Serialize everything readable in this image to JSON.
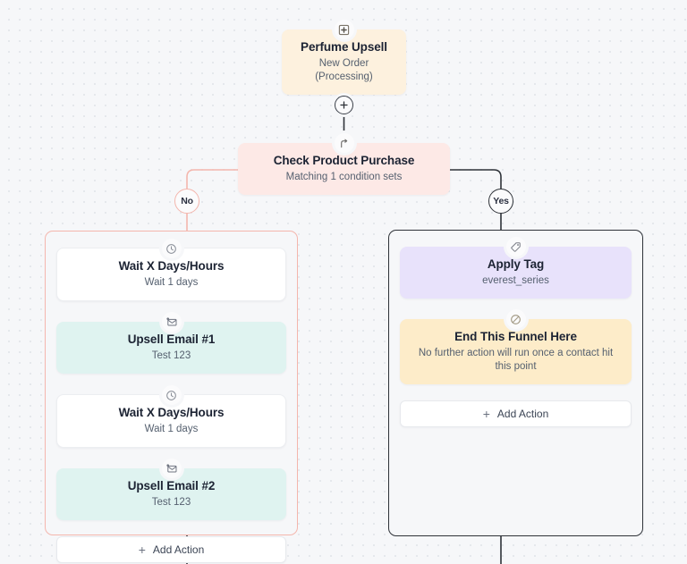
{
  "canvas": {
    "background_color": "#f6f7f9",
    "dot_color": "#e2e5ea"
  },
  "trigger": {
    "icon": "trigger-bolt-icon",
    "title": "Perfume Upsell",
    "subtitle": "New Order (Processing)",
    "color": "#fdf1de"
  },
  "trunk": {
    "add_step_icon": "plus-icon"
  },
  "condition": {
    "icon": "branch-split-icon",
    "title": "Check Product Purchase",
    "subtitle": "Matching 1 condition sets",
    "color": "#fde9e6"
  },
  "branches": [
    {
      "key": "no",
      "pill_label": "No",
      "border_color": "#f4b6ad",
      "steps": [
        {
          "icon": "clock-icon",
          "title": "Wait X Days/Hours",
          "subtitle": "Wait 1 days",
          "color": "#ffffff"
        },
        {
          "icon": "email-icon",
          "title": "Upsell Email #1",
          "subtitle": "Test 123",
          "color": "#dff3f0"
        },
        {
          "icon": "clock-icon",
          "title": "Wait X Days/Hours",
          "subtitle": "Wait 1 days",
          "color": "#ffffff"
        },
        {
          "icon": "email-icon",
          "title": "Upsell Email #2",
          "subtitle": "Test 123",
          "color": "#dff3f0"
        }
      ],
      "add_action_label": "Add Action"
    },
    {
      "key": "yes",
      "pill_label": "Yes",
      "border_color": "#2e3238",
      "steps": [
        {
          "icon": "tag-icon",
          "title": "Apply Tag",
          "subtitle": "everest_series",
          "color": "#e8e2fb"
        },
        {
          "icon": "no-entry-icon",
          "title": "End This Funnel Here",
          "subtitle": "No further action will run once a contact hit this point",
          "color": "#fdecc9"
        }
      ],
      "add_action_label": "Add Action"
    }
  ]
}
